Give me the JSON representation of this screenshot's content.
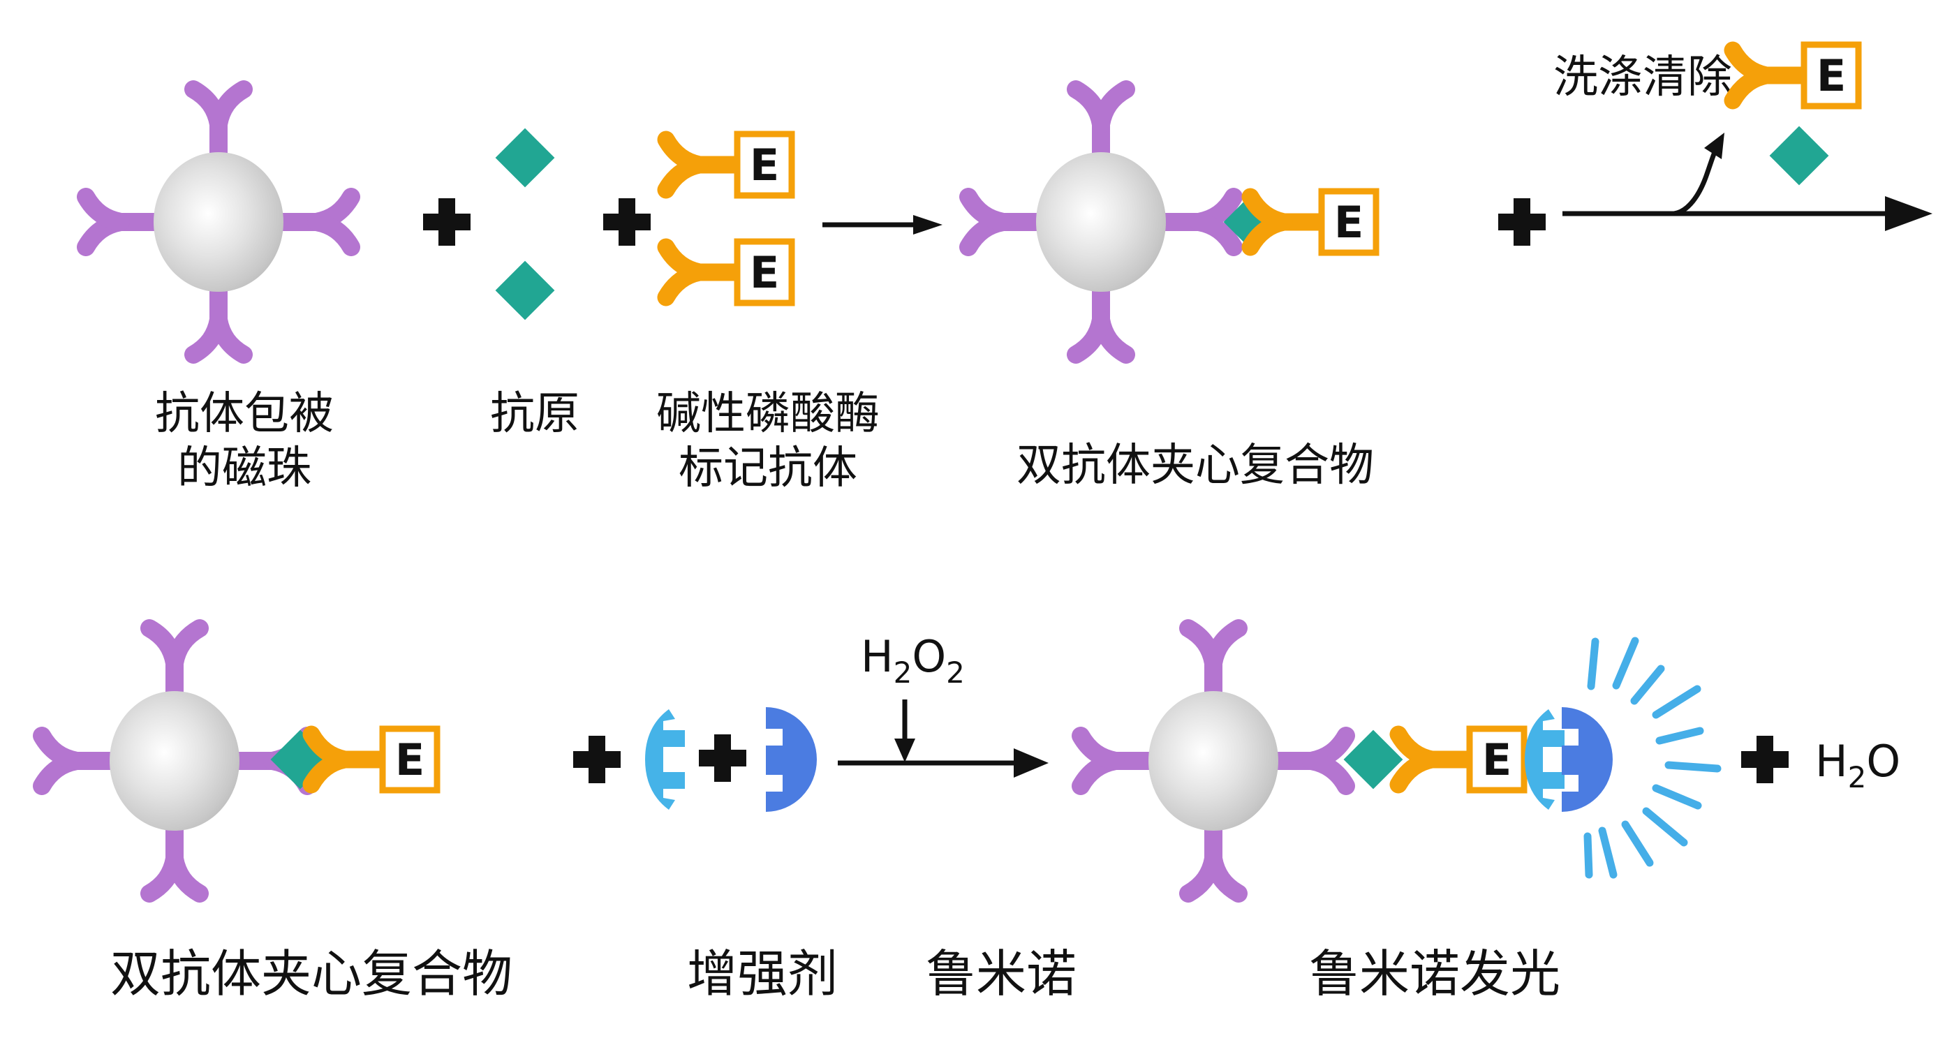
{
  "colors": {
    "antibody_purple": "#b475d0",
    "antigen_teal": "#21a693",
    "enzyme_orange": "#f5a009",
    "enhancer_blue": "#45b3e8",
    "luminol_blue": "#4b7ce1",
    "ray_blue": "#45aee8",
    "bead_gray": "#c4c4c4",
    "text_black": "#111111"
  },
  "symbols": {
    "plus": "+",
    "enzyme_label": "E"
  },
  "row1": {
    "bead_caption_line1": "抗体包被",
    "bead_caption_line2": "的磁珠",
    "antigen_caption": "抗原",
    "enzyme_caption_line1": "碱性磷酸酶",
    "enzyme_caption_line2": "标记抗体",
    "sandwich_caption": "双抗体夹心复合物",
    "wash_caption": "洗涤清除"
  },
  "row2": {
    "sandwich_caption": "双抗体夹心复合物",
    "enhancer_caption": "增强剂",
    "luminol_caption": "鲁米诺",
    "glow_caption": "鲁米诺发光",
    "h2o2": {
      "h": "H",
      "sub1": "2",
      "o": "O",
      "sub2": "2"
    },
    "h2o": {
      "h": "H",
      "sub": "2",
      "o": "O"
    }
  }
}
